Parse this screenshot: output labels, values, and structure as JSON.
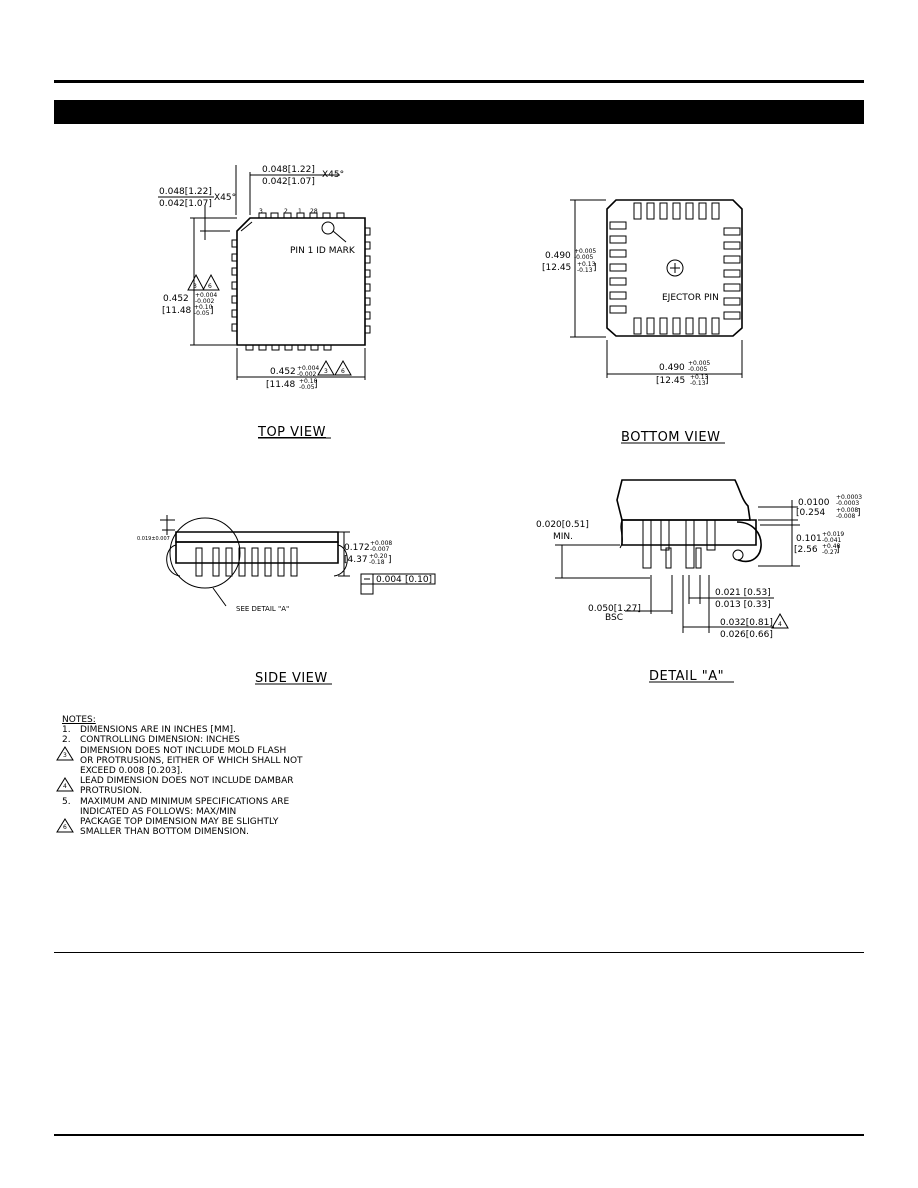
{
  "top_view": {
    "caption": "TOP VIEW",
    "chamfer_top": {
      "max": "0.048[1.22]",
      "min": "0.042[1.07]",
      "angle": "X45°"
    },
    "chamfer_left": {
      "max": "0.048[1.22]",
      "min": "0.042[1.07]",
      "angle": "X45°"
    },
    "pin_labels": [
      "3",
      "2",
      "1",
      "28"
    ],
    "pin1_mark": "PIN 1 ID MARK",
    "width_dim": {
      "value": "0.452",
      "tol_plus": "+0.004",
      "tol_minus": "-0.002",
      "mm": "[11.48",
      "mm_tol_plus": "+0.10",
      "mm_tol_minus": "-0.05",
      "mm_close": "]",
      "notes": [
        "3",
        "6"
      ]
    },
    "height_dim": {
      "value": "0.452",
      "tol_plus": "+0.004",
      "tol_minus": "-0.002",
      "mm": "[11.48",
      "mm_tol_plus": "+0.10",
      "mm_tol_minus": "-0.05",
      "mm_close": "]",
      "notes": [
        "3",
        "6"
      ]
    }
  },
  "bottom_view": {
    "caption": "BOTTOM VIEW",
    "ejector": "EJECTOR PIN",
    "height_dim": {
      "value": "0.490",
      "tol_plus": "+0.005",
      "tol_minus": "-0.005",
      "mm": "[12.45",
      "mm_tol_plus": "+0.13",
      "mm_tol_minus": "-0.13",
      "mm_close": "]"
    },
    "width_dim": {
      "value": "0.490",
      "tol_plus": "+0.005",
      "tol_minus": "-0.005",
      "mm": "[12.45",
      "mm_tol_plus": "+0.13",
      "mm_tol_minus": "-0.13",
      "mm_close": "]"
    }
  },
  "side_view": {
    "caption": "SIDE VIEW",
    "standoff": "0.019±0.007",
    "height": {
      "value": "0.172",
      "tol_plus": "+0.008",
      "tol_minus": "-0.007",
      "mm": "[4.37",
      "mm_tol_plus": "+0.20",
      "mm_tol_minus": "-0.18",
      "mm_close": "]"
    },
    "coplanarity": {
      "value": "0.004",
      "mm": "[0.10]"
    },
    "detail_ref": "SEE DETAIL \"A\""
  },
  "detail_a": {
    "caption": "DETAIL \"A\"",
    "min_dim": {
      "value": "0.020[0.51]",
      "label": "MIN."
    },
    "thickness": {
      "value": "0.0100",
      "tol_plus": "+0.0003",
      "tol_minus": "-0.0003",
      "mm": "[0.254",
      "mm_tol_plus": "+0.008",
      "mm_tol_minus": "-0.008",
      "mm_close": "]"
    },
    "lead_height": {
      "value": "0.101",
      "tol_plus": "+0.019",
      "tol_minus": "-0.041",
      "mm": "[2.56",
      "mm_tol_plus": "+0.48",
      "mm_tol_minus": "-0.27",
      "mm_close": "]"
    },
    "lead_width": {
      "max": "0.021 [0.53]",
      "min": "0.013 [0.33]"
    },
    "pitch": {
      "value": "0.050[1.27]",
      "label": "BSC"
    },
    "lead_width2": {
      "max": "0.032[0.81]",
      "min": "0.026[0.66]",
      "note": "4"
    }
  },
  "notes": {
    "title": "NOTES:",
    "items": [
      {
        "mark": "1.",
        "lines": [
          "DIMENSIONS ARE IN INCHES [MM]."
        ]
      },
      {
        "mark": "2.",
        "lines": [
          "CONTROLLING DIMENSION: INCHES"
        ]
      },
      {
        "mark": "3",
        "lines": [
          "DIMENSION DOES NOT INCLUDE MOLD FLASH",
          "OR PROTRUSIONS, EITHER OF WHICH SHALL NOT",
          "EXCEED 0.008 [0.203]."
        ]
      },
      {
        "mark": "4",
        "lines": [
          "LEAD DIMENSION DOES NOT INCLUDE DAMBAR",
          "PROTRUSION."
        ]
      },
      {
        "mark": "5.",
        "lines": [
          "MAXIMUM AND MINIMUM SPECIFICATIONS ARE",
          "INDICATED AS FOLLOWS: MAX/MIN"
        ]
      },
      {
        "mark": "6",
        "lines": [
          "PACKAGE TOP DIMENSION MAY BE SLIGHTLY",
          "SMALLER THAN BOTTOM DIMENSION."
        ]
      }
    ]
  }
}
